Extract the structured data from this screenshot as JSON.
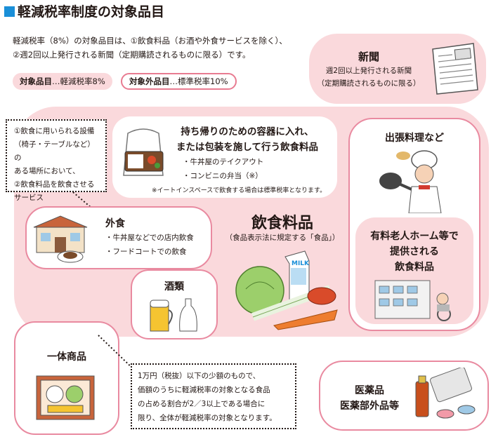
{
  "title": "軽減税率制度の対象品目",
  "intro": {
    "line1": "軽減税率（8%）の対象品目は、①飲食料品（お酒や外食サービスを除く）、",
    "line2": "②週2回以上発行される新聞（定期購読されるものに限る）です。"
  },
  "tags": {
    "target_label": "対象品目",
    "target_rate": "…軽減税率8%",
    "nontarget_label": "対象外品目",
    "nontarget_rate": "…標準税率10%"
  },
  "newspaper": {
    "heading": "新聞",
    "line1": "週2回以上発行される新聞",
    "line2": "（定期購読されるものに限る）"
  },
  "dine_in_note": {
    "line1": "①飲食に用いられる設備",
    "line2": "（椅子・テーブルなど）の",
    "line3": "ある場所において、",
    "line4": "②飲食料品を飲食させる",
    "line5": "サービス"
  },
  "takeout": {
    "heading1": "持ち帰りのための容器に入れ、",
    "heading2": "または包装を施して行う飲食料品",
    "item1": "・牛丼屋のテイクアウト",
    "item2": "・コンビニの弁当（※）",
    "note": "※イートインスペースで飲食する場合は標準税率となります。"
  },
  "catering": {
    "heading": "出張料理など"
  },
  "food": {
    "heading": "飲食料品",
    "sub": "（食品表示法に規定する「食品」）",
    "milk_label": "MILK"
  },
  "eating_out": {
    "heading": "外食",
    "item1": "・牛丼屋などでの店内飲食",
    "item2": "・フードコートでの飲食"
  },
  "alcohol": {
    "heading": "酒類"
  },
  "nursing": {
    "line1": "有料老人ホーム等で",
    "line2": "提供される",
    "line3": "飲食料品"
  },
  "bundle": {
    "heading": "一体商品",
    "line1": "1万円（税抜）以下の少額のもので、",
    "line2": "価額のうちに軽減税率の対象となる食品",
    "line3": "の占める割合が2／3以上である場合に",
    "line4": "限り、全体が軽減税率の対象となります。"
  },
  "medicine": {
    "line1": "医薬品",
    "line2": "医薬部外品等"
  },
  "colors": {
    "accent": "#1a8fd8",
    "pink": "#fad9dc",
    "border": "#e98aa0"
  }
}
